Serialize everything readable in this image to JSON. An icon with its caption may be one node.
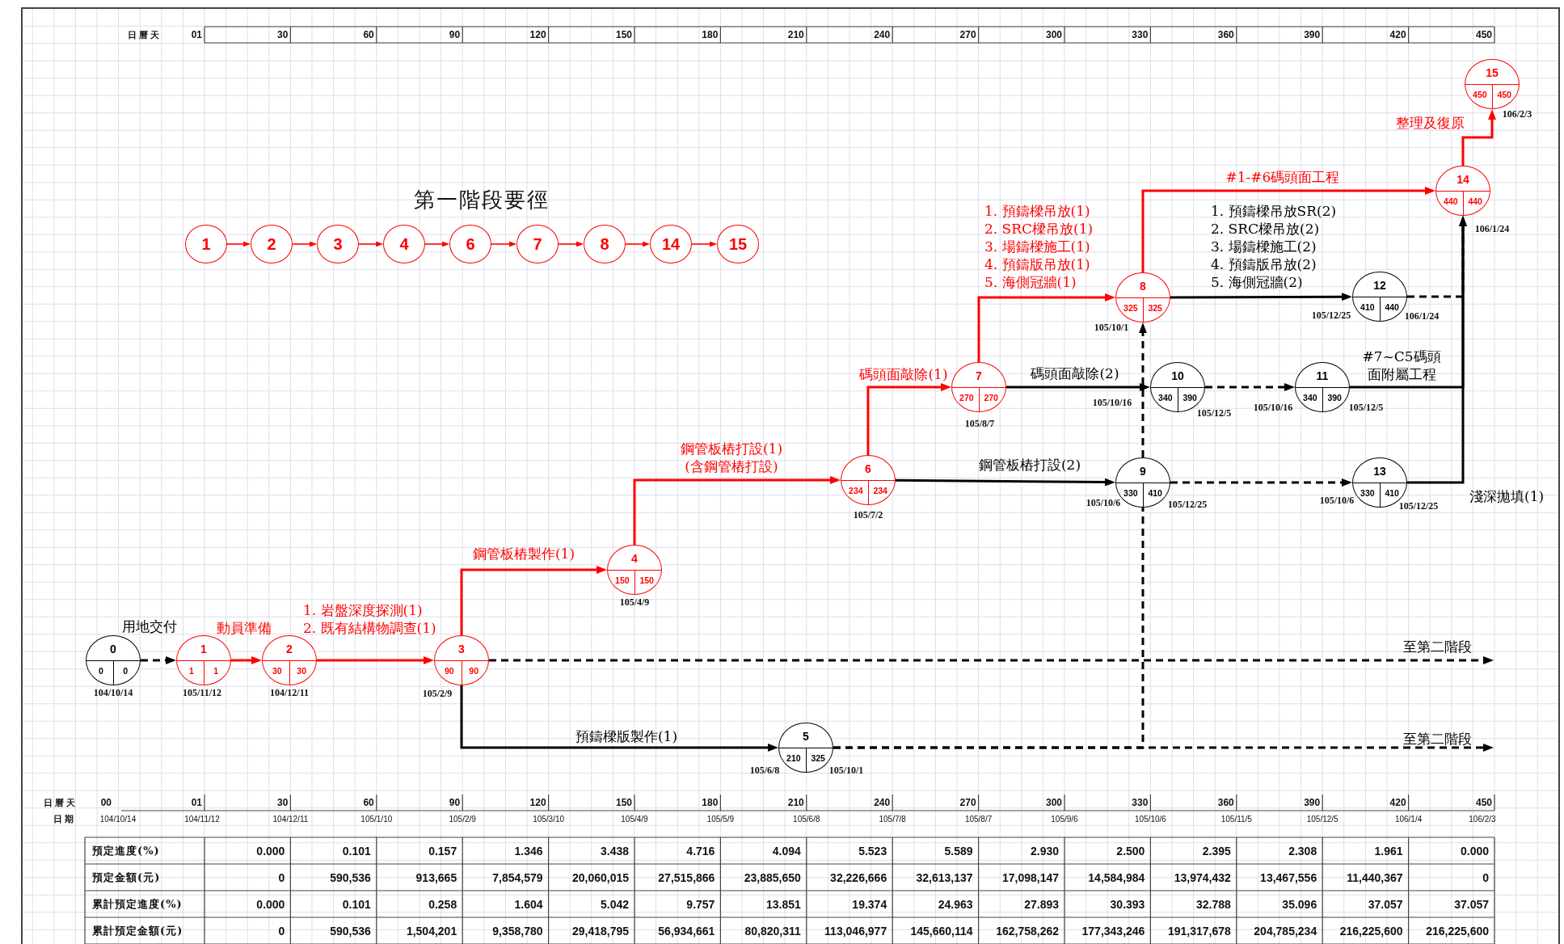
{
  "diagram": {
    "title": "第一階段要徑",
    "nodes": [
      {
        "text": [
          "0",
          "0",
          "0"
        ],
        "beside": [
          "104/10/14"
        ]
      },
      {
        "text": [
          "1",
          "1",
          "1"
        ],
        "beside": [
          "105/11/12"
        ]
      },
      {
        "text": [
          "2",
          "30",
          "30"
        ],
        "beside": [
          "104/12/11"
        ]
      },
      {
        "text": [
          "3",
          "90",
          "90"
        ],
        "beside": [
          "105/2/9"
        ]
      },
      {
        "text": [
          "4",
          "150",
          "150"
        ],
        "beside": [
          "105/4/9"
        ]
      },
      {
        "text": [
          "5",
          "210",
          "325"
        ],
        "beside": [
          "105/6/8",
          "105/10/1"
        ]
      },
      {
        "text": [
          "6",
          "234",
          "234"
        ],
        "beside": [
          "105/7/2"
        ]
      },
      {
        "text": [
          "7",
          "270",
          "270"
        ],
        "beside": [
          "105/8/7"
        ]
      },
      {
        "text": [
          "8",
          "325",
          "325"
        ],
        "beside": [
          "105/10/1"
        ]
      },
      {
        "text": [
          "9",
          "330",
          "410"
        ],
        "beside": [
          "105/10/6",
          "105/12/25"
        ]
      },
      {
        "text": [
          "10",
          "340",
          "390"
        ],
        "beside": [
          "105/10/16",
          "105/12/5"
        ]
      },
      {
        "text": [
          "11",
          "340",
          "390"
        ],
        "beside": [
          "105/10/16",
          "105/12/5"
        ]
      },
      {
        "text": [
          "12",
          "410",
          "440"
        ],
        "beside": [
          "105/12/25",
          "106/1/24"
        ]
      },
      {
        "text": [
          "13",
          "330",
          "410"
        ],
        "beside": [
          "105/10/6",
          "105/12/25"
        ]
      },
      {
        "text": [
          "14",
          "440",
          "440"
        ],
        "beside": [
          "106/1/24"
        ]
      },
      {
        "text": [
          "15",
          "450",
          "450"
        ],
        "beside": [
          "106/2/3"
        ]
      },
      {
        "text": [
          "1"
        ]
      },
      {
        "text": [
          "2"
        ]
      },
      {
        "text": [
          "3"
        ]
      },
      {
        "text": [
          "4"
        ]
      },
      {
        "text": [
          "6"
        ]
      },
      {
        "text": [
          "7"
        ]
      },
      {
        "text": [
          "8"
        ]
      },
      {
        "text": [
          "14"
        ]
      },
      {
        "text": [
          "15"
        ]
      }
    ],
    "edges": [
      {
        "from": 0,
        "to": 1,
        "arrow": "to",
        "style": "dashed",
        "color": "#000000",
        "label": "用地交付"
      },
      {
        "from": 1,
        "to": 2,
        "arrow": "to",
        "label": "動員準備"
      },
      {
        "from": 2,
        "to": 3,
        "arrow": "to",
        "label": "1. 岩盤深度探測(1)2. 既有結構物調查(1)"
      },
      {
        "from": 3,
        "to": 4,
        "arrow": "to",
        "label": "鋼管板樁製作(1)"
      },
      {
        "from": 3,
        "to": 5,
        "arrow": "to",
        "color": "#000000",
        "label": "預鑄樑版製作(1)"
      },
      {
        "from": 3,
        "to": null,
        "arrow": "to",
        "style": "dashed",
        "color": "#000000",
        "label": "至第二階段"
      },
      {
        "from": 5,
        "to": null,
        "arrow": "to",
        "style": "dashed",
        "color": "#000000",
        "label": "至第二階段"
      },
      {
        "from": 5,
        "to": 9,
        "arrow": "none",
        "style": "dashed",
        "color": "#000000"
      },
      {
        "from": 9,
        "to": 8,
        "arrow": "to",
        "style": "dashed",
        "color": "#000000"
      },
      {
        "from": 4,
        "to": 6,
        "arrow": "to",
        "label": "鋼管板樁打設(1)(含鋼管樁打設)"
      },
      {
        "from": 6,
        "to": 7,
        "arrow": "to",
        "label": "碼頭面敲除(1)"
      },
      {
        "from": 6,
        "to": 9,
        "arrow": "to",
        "color": "#000000",
        "label": "鋼管板樁打設(2)"
      },
      {
        "from": 7,
        "to": 8,
        "arrow": "to",
        "label": "1. 預鑄樑吊放(1)2. SRC樑吊放(1)3. 場鑄樑施工(1)4. 預鑄版吊放(1)5. 海側冠牆(1)"
      },
      {
        "from": 7,
        "to": 10,
        "arrow": "to",
        "color": "#000000",
        "label": "碼頭面敲除(2)"
      },
      {
        "from": 8,
        "to": 14,
        "arrow": "to",
        "label": "#1-#6碼頭面工程"
      },
      {
        "from": 8,
        "to": 12,
        "arrow": "to",
        "color": "#000000",
        "label": "1. 預鑄樑吊放SR(2)2. SRC樑吊放(2)3. 場鑄樑施工(2)4. 預鑄版吊放(2)5. 海側冠牆(2)"
      },
      {
        "from": 9,
        "to": 13,
        "arrow": "to",
        "style": "dashed",
        "color": "#000000"
      },
      {
        "from": 10,
        "to": 11,
        "arrow": "to",
        "style": "dashed",
        "color": "#000000"
      },
      {
        "from": 11,
        "to": 14,
        "arrow": "to",
        "color": "#000000",
        "label": "#7~C5碼頭面附屬工程"
      },
      {
        "from": 12,
        "to": 14,
        "arrow": "to",
        "style": "dashed",
        "color": "#000000"
      },
      {
        "from": 13,
        "to": 14,
        "arrow": "to",
        "color": "#000000",
        "label": "淺深拋填(1)"
      },
      {
        "from": 14,
        "to": 15,
        "arrow": "to",
        "label": "整理及復原"
      },
      {
        "from": 16,
        "to": 17,
        "arrow": "to"
      },
      {
        "from": 17,
        "to": 18,
        "arrow": "to"
      },
      {
        "from": 18,
        "to": 19,
        "arrow": "to"
      },
      {
        "from": 19,
        "to": 20,
        "arrow": "to"
      },
      {
        "from": 20,
        "to": 21,
        "arrow": "to"
      },
      {
        "from": 21,
        "to": 22,
        "arrow": "to"
      },
      {
        "from": 22,
        "to": 23,
        "arrow": "to"
      },
      {
        "from": 23,
        "to": 24,
        "arrow": "to"
      }
    ],
    "labels": [
      "日曆天",
      "01",
      "30",
      "60",
      "90",
      "120",
      "150",
      "180",
      "210",
      "240",
      "270",
      "300",
      "330",
      "360",
      "390",
      "420",
      "450",
      "日曆天",
      "00",
      "01",
      "30",
      "60",
      "90",
      "120",
      "150",
      "180",
      "210",
      "240",
      "270",
      "300",
      "330",
      "360",
      "390",
      "420",
      "450",
      "日期",
      "104/10/14",
      "104/11/12",
      "104/12/11",
      "105/1/10",
      "105/2/9",
      "105/3/10",
      "105/4/9",
      "105/5/9",
      "105/6/8",
      "105/7/8",
      "105/8/7",
      "105/9/6",
      "105/10/6",
      "105/11/5",
      "105/12/5",
      "106/1/4",
      "106/2/3",
      "預定進度(%)",
      "0.000",
      "0.101",
      "0.157",
      "1.346",
      "3.438",
      "4.716",
      "4.094",
      "5.523",
      "5.589",
      "2.930",
      "2.500",
      "2.395",
      "2.308",
      "1.961",
      "0.000",
      "預定金額(元)",
      "0",
      "590,536",
      "913,665",
      "7,854,579",
      "20,060,015",
      "27,515,866",
      "23,885,650",
      "32,226,666",
      "32,613,137",
      "17,098,147",
      "14,584,984",
      "13,974,432",
      "13,467,556",
      "11,440,367",
      "0",
      "累計預定進度(%)",
      "0.000",
      "0.101",
      "0.258",
      "1.604",
      "5.042",
      "9.757",
      "13.851",
      "19.374",
      "24.963",
      "27.893",
      "30.393",
      "32.788",
      "35.096",
      "37.057",
      "37.057",
      "累計預定金額(元)",
      "0",
      "590,536",
      "1,504,201",
      "9,358,780",
      "29,418,795",
      "56,934,661",
      "80,820,311",
      "113,046,977",
      "145,660,114",
      "162,758,262",
      "177,343,246",
      "191,317,678",
      "204,785,234",
      "216,225,600",
      "216,225,600"
    ]
  }
}
